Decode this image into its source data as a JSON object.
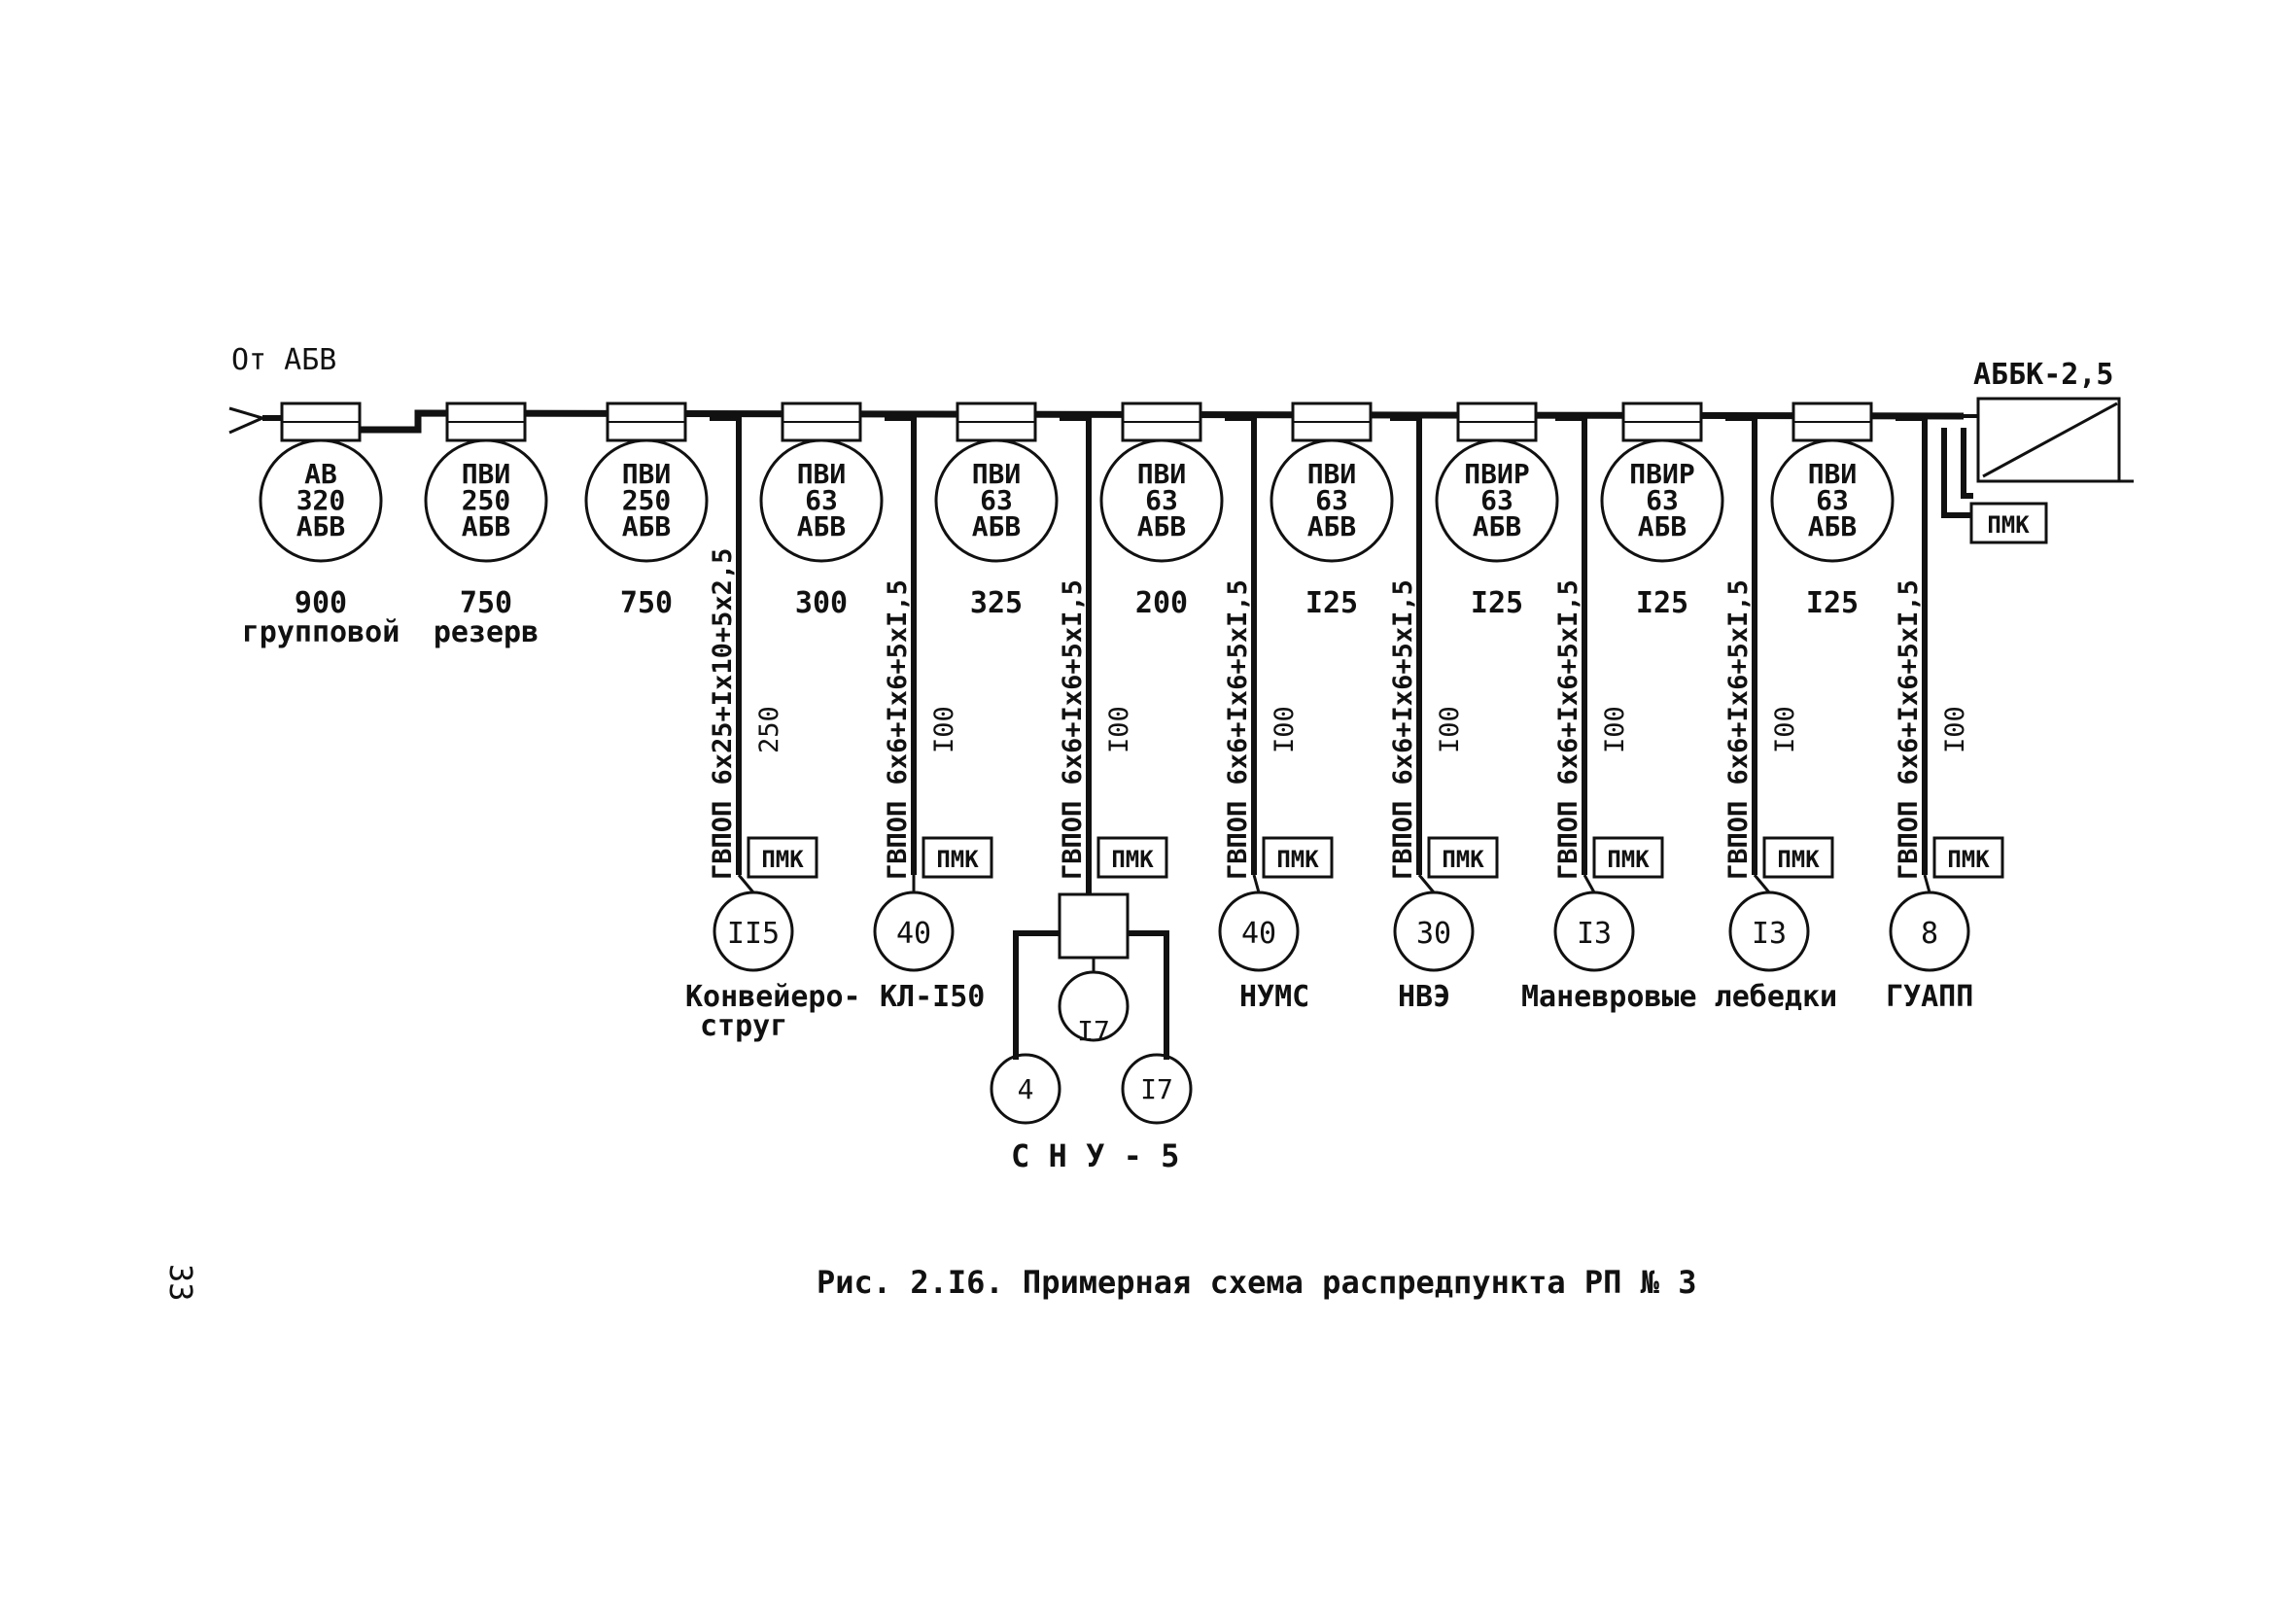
{
  "source_label": "От АБВ",
  "main_box_label": "АББК-2,5",
  "main_pmk": "ПМК",
  "breakers": [
    {
      "lines": [
        "АВ",
        "320",
        "АБВ"
      ],
      "current": "900",
      "note": "групповой"
    },
    {
      "lines": [
        "ПВИ",
        "250",
        "АБВ"
      ],
      "current": "750",
      "note": "резерв"
    },
    {
      "lines": [
        "ПВИ",
        "250",
        "АБВ"
      ],
      "current": "750",
      "note": ""
    },
    {
      "lines": [
        "ПВИ",
        "63",
        "АБВ"
      ],
      "current": "300",
      "note": ""
    },
    {
      "lines": [
        "ПВИ",
        "63",
        "АБВ"
      ],
      "current": "325",
      "note": ""
    },
    {
      "lines": [
        "ПВИ",
        "63",
        "АБВ"
      ],
      "current": "200",
      "note": ""
    },
    {
      "lines": [
        "ПВИ",
        "63",
        "АБВ"
      ],
      "current": "I25",
      "note": ""
    },
    {
      "lines": [
        "ПВИР",
        "63",
        "АБВ"
      ],
      "current": "I25",
      "note": ""
    },
    {
      "lines": [
        "ПВИР",
        "63",
        "АБВ"
      ],
      "current": "I25",
      "note": ""
    },
    {
      "lines": [
        "ПВИ",
        "63",
        "АБВ"
      ],
      "current": "I25",
      "note": ""
    }
  ],
  "feeders": [
    {
      "cable": "ГВПОП 6х25+Iх10+5х2,5",
      "length": "250",
      "pmk": "ПМК",
      "load": "II5"
    },
    {
      "cable": "ГВПОП 6х6+Iх6+5хI,5",
      "length": "I00",
      "pmk": "ПМК",
      "load": "40"
    },
    {
      "cable": "ГВПОП 6х6+Iх6+5хI,5",
      "length": "I00",
      "pmk": "ПМК",
      "load": ""
    },
    {
      "cable": "ГВПОП 6х6+Iх6+5хI,5",
      "length": "I00",
      "pmk": "ПМК",
      "load": "40"
    },
    {
      "cable": "ГВПОП 6х6+Iх6+5хI,5",
      "length": "I00",
      "pmk": "ПМК",
      "load": "30"
    },
    {
      "cable": "ГВПОП 6х6+Iх6+5хI,5",
      "length": "I00",
      "pmk": "ПМК",
      "load": "I3"
    },
    {
      "cable": "ГВПОП 6х6+Iх6+5хI,5",
      "length": "I00",
      "pmk": "ПМК",
      "load": "I3"
    },
    {
      "cable": "ГВПОП 6х6+Iх6+5хI,5",
      "length": "I00",
      "pmk": "ПМК",
      "load": "8"
    }
  ],
  "sub_loads": [
    "I7",
    "4",
    "I7"
  ],
  "consumers": {
    "conveyor_1": "Конвейеро-",
    "conveyor_2": "струг",
    "kl": "КЛ-I50",
    "snu": "С Н У - 5",
    "nums": "НУМС",
    "nve": "НВЭ",
    "winches": "Маневровые лебедки",
    "guapp": "ГУАПП"
  },
  "page_number": "33",
  "caption": "Рис. 2.I6. Примерная схема распредпункта РП № 3"
}
